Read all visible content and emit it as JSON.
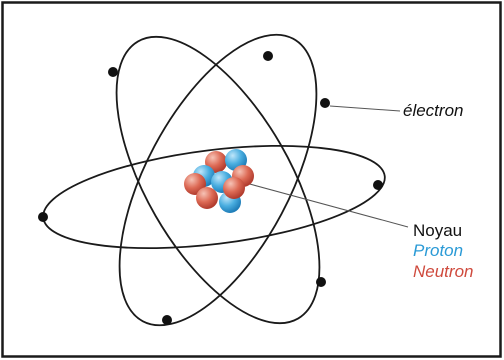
{
  "labels": {
    "electron": "électron",
    "nucleus": "Noyau",
    "proton": "Proton",
    "neutron": "Neutron"
  },
  "colors": {
    "frame": "#1a1a1a",
    "orbit": "#1a1a1a",
    "electron": "#111111",
    "leader": "#555555",
    "proton": "#3aa0d8",
    "neutron": "#d9584a",
    "label_text": "#111111",
    "proton_label": "#2a9ad6",
    "neutron_label": "#cf4a3d"
  }
}
